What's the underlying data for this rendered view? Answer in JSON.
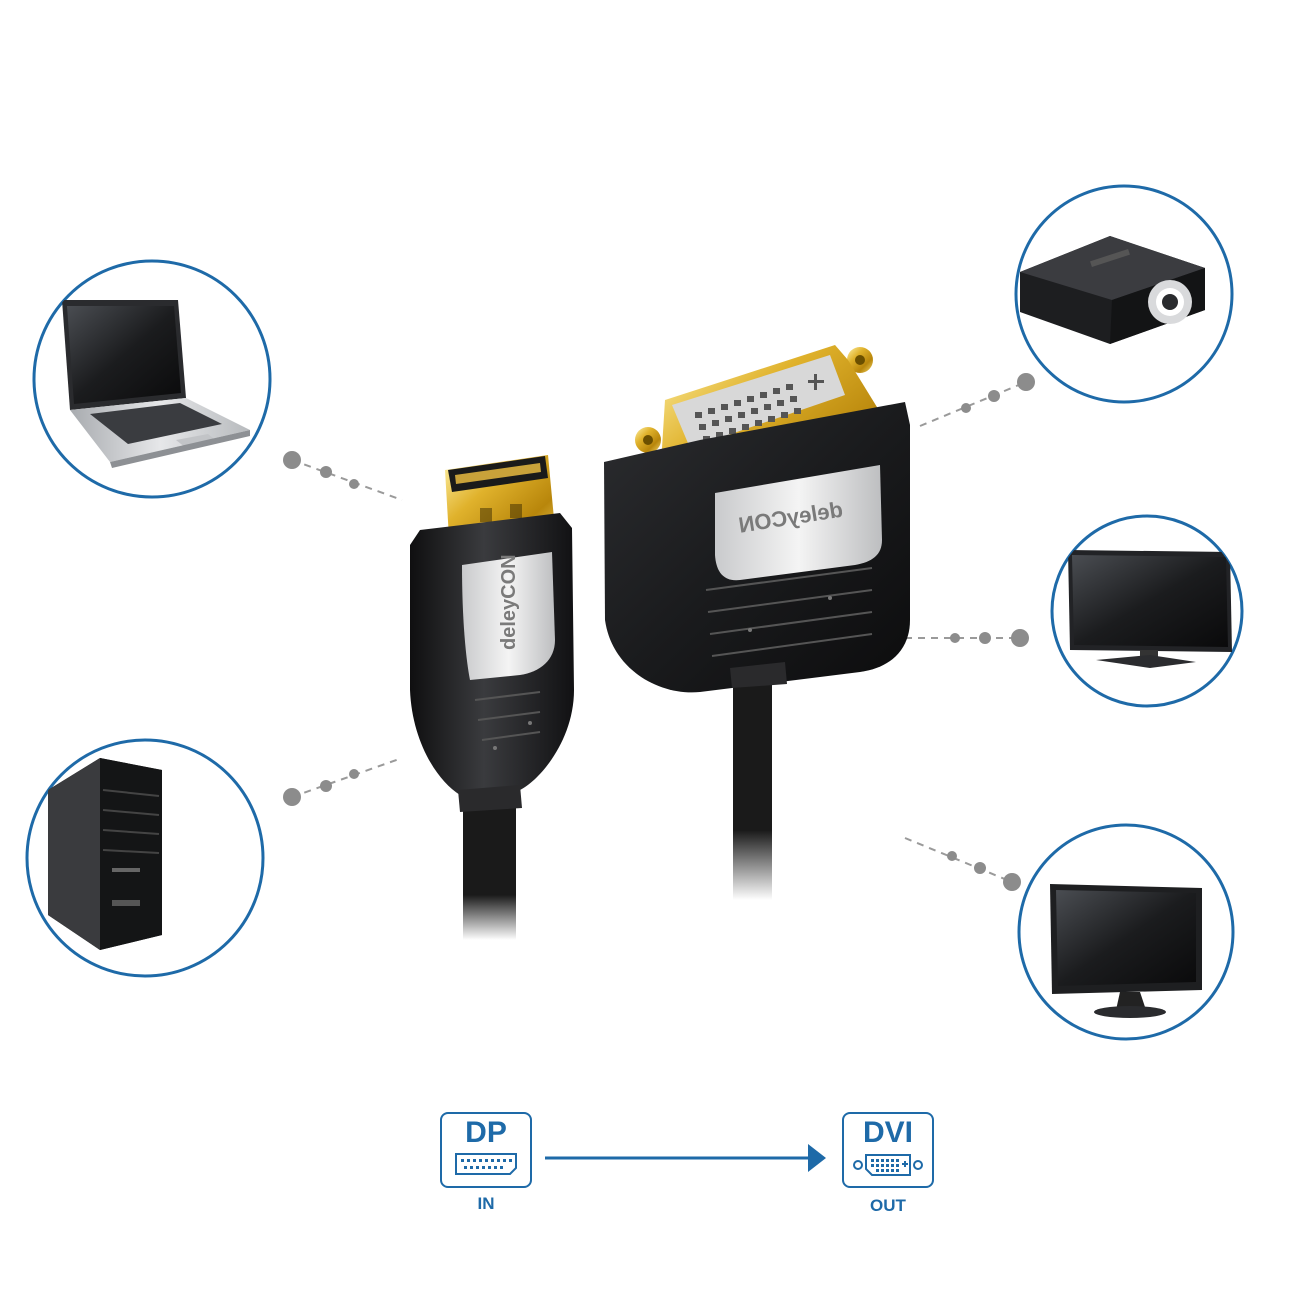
{
  "brand": {
    "name": "deleyCON"
  },
  "signal_flow": {
    "input": {
      "label": "DP",
      "direction": "IN"
    },
    "output": {
      "label": "DVI",
      "direction": "OUT"
    }
  },
  "devices": {
    "sources": [
      "laptop-icon",
      "desktop-tower-icon"
    ],
    "displays": [
      "projector-icon",
      "tv-icon",
      "monitor-icon"
    ]
  },
  "colors": {
    "accent": "#1e6aa8",
    "connector_gold": "#d7a824",
    "cable_black": "#1a1a1a",
    "dot_gray": "#8c8c8c"
  }
}
